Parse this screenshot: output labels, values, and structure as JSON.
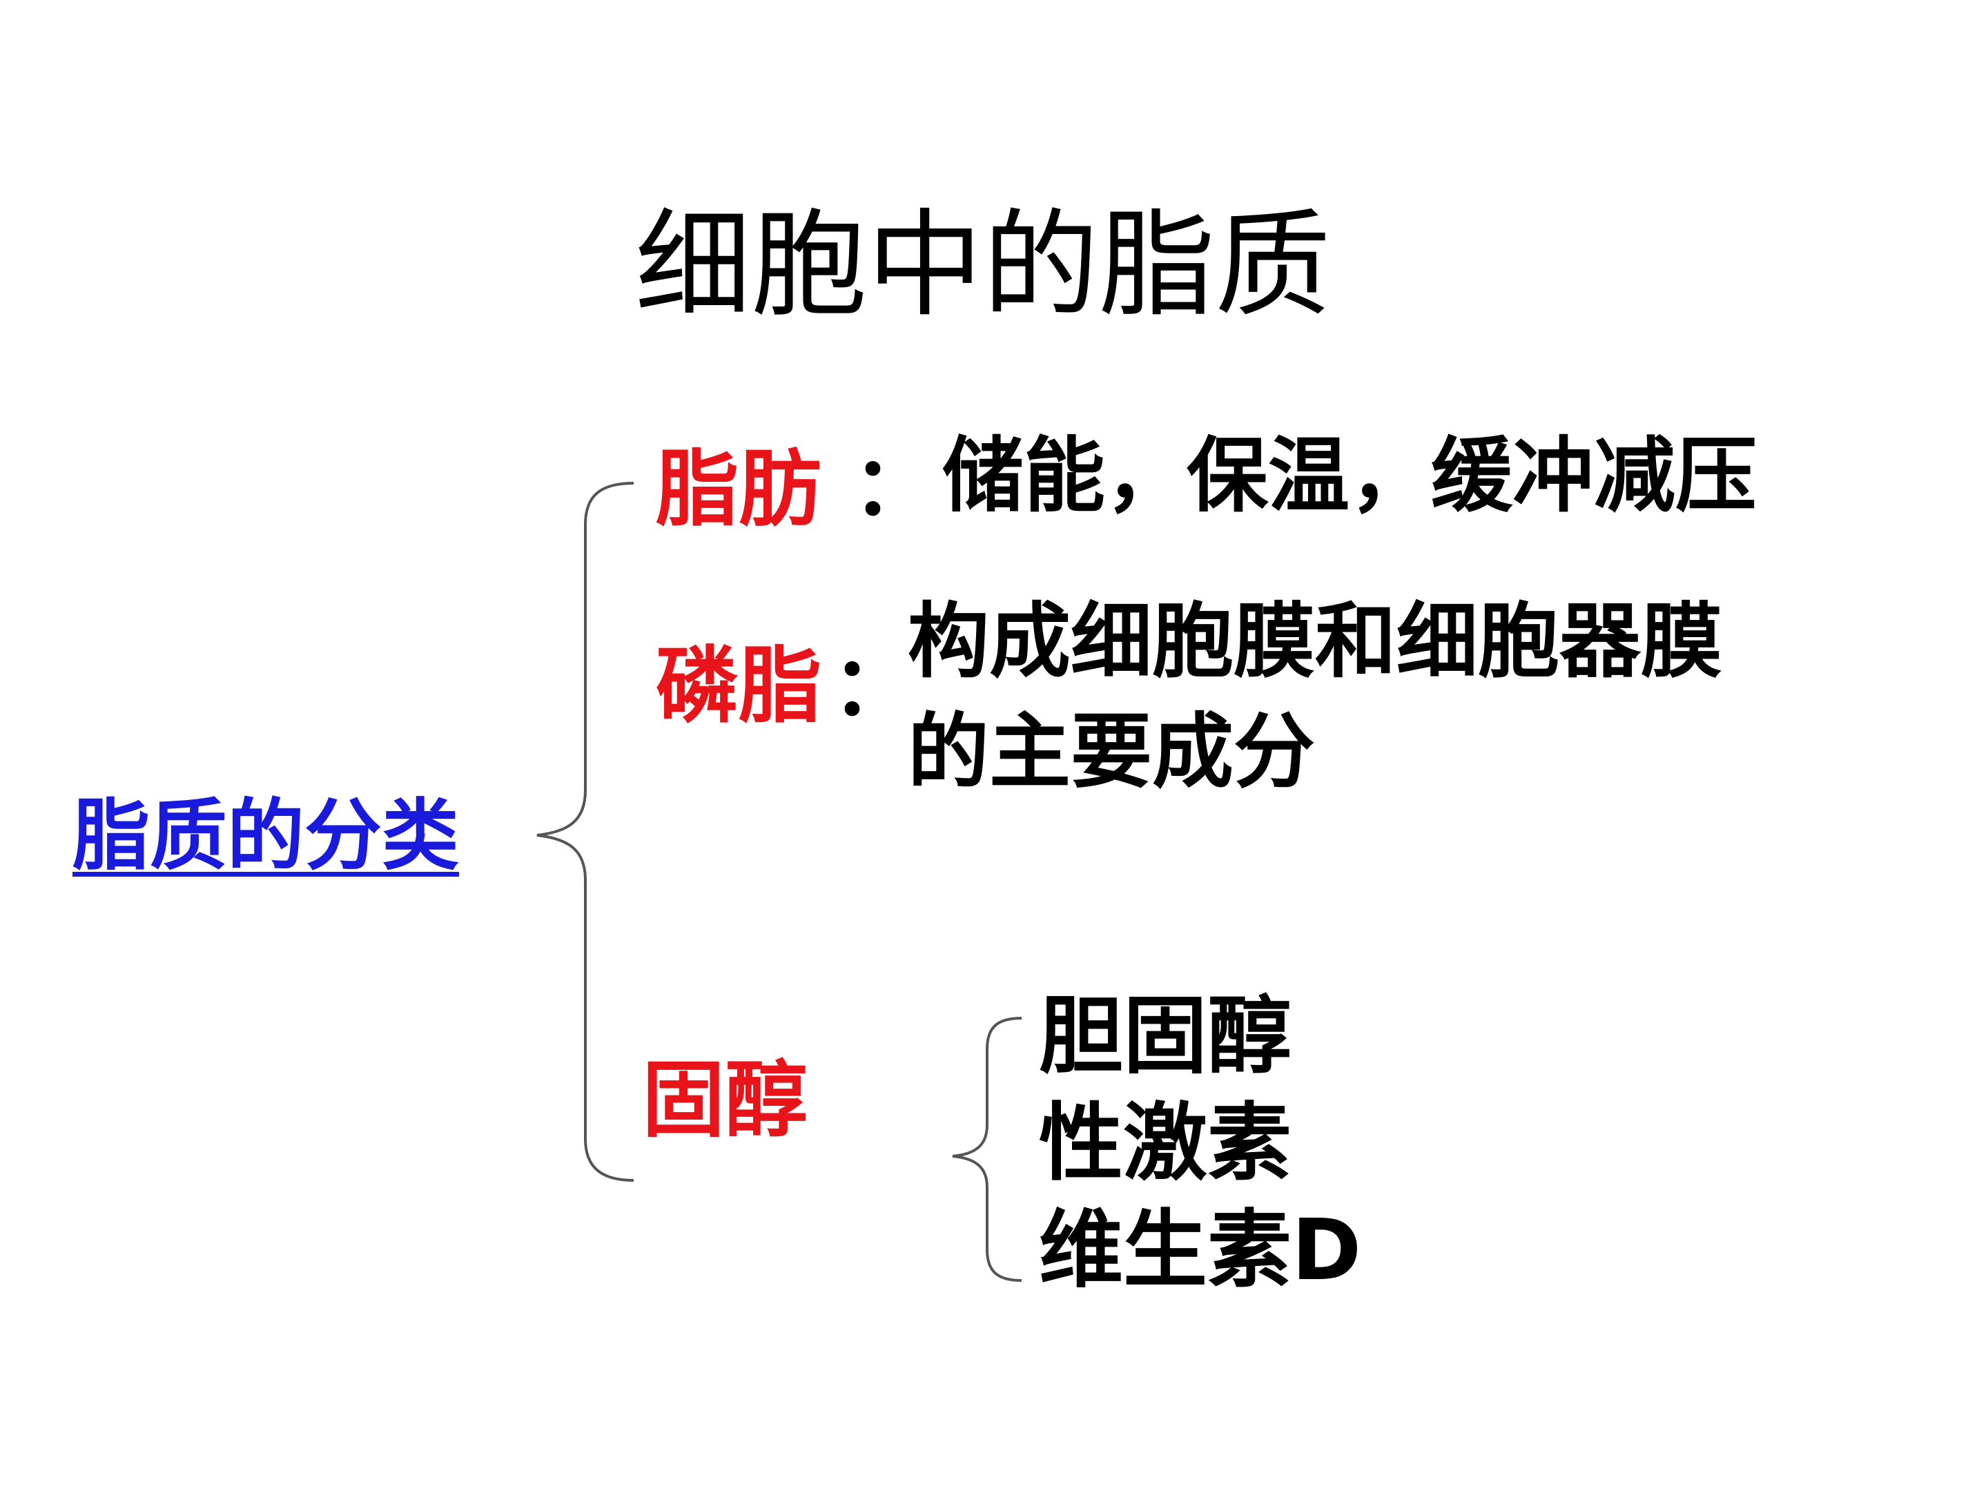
{
  "title": "细胞中的脂质",
  "root": {
    "label": "脂质的分类"
  },
  "categories": [
    {
      "label": "脂肪",
      "colon": "：",
      "description_lines": [
        "储能，保温，缓冲减压"
      ]
    },
    {
      "label": "磷脂",
      "colon": "：",
      "description_lines": [
        "构成细胞膜和细胞器膜",
        "的主要成分"
      ]
    },
    {
      "label": "固醇",
      "subtypes": [
        "胆固醇",
        "性激素",
        "维生素D"
      ]
    }
  ],
  "colors": {
    "accent": "#e8141a",
    "link": "#1a1adc",
    "text": "#000000",
    "brace": "#555555"
  }
}
